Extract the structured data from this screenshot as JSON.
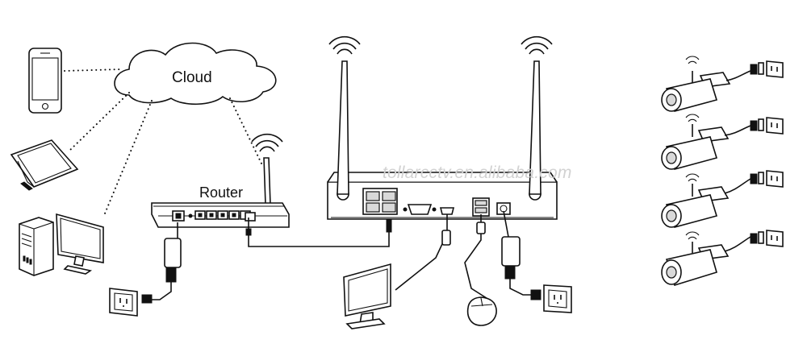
{
  "labels": {
    "cloud": "Cloud",
    "router": "Router",
    "watermark": "tollarcctv.en.alibaba.com"
  },
  "colors": {
    "line": "#111111",
    "watermark": "#d2d2d2",
    "background": "#ffffff"
  },
  "icons": [
    "smartphone-icon",
    "tablet-icon",
    "desktop-computer-icon",
    "cloud-icon",
    "wifi-router-icon",
    "nvr-recorder-icon",
    "monitor-icon",
    "mouse-icon",
    "power-adapter-icon",
    "wall-outlet-icon",
    "bullet-camera-icon",
    "wifi-signal-icon"
  ]
}
